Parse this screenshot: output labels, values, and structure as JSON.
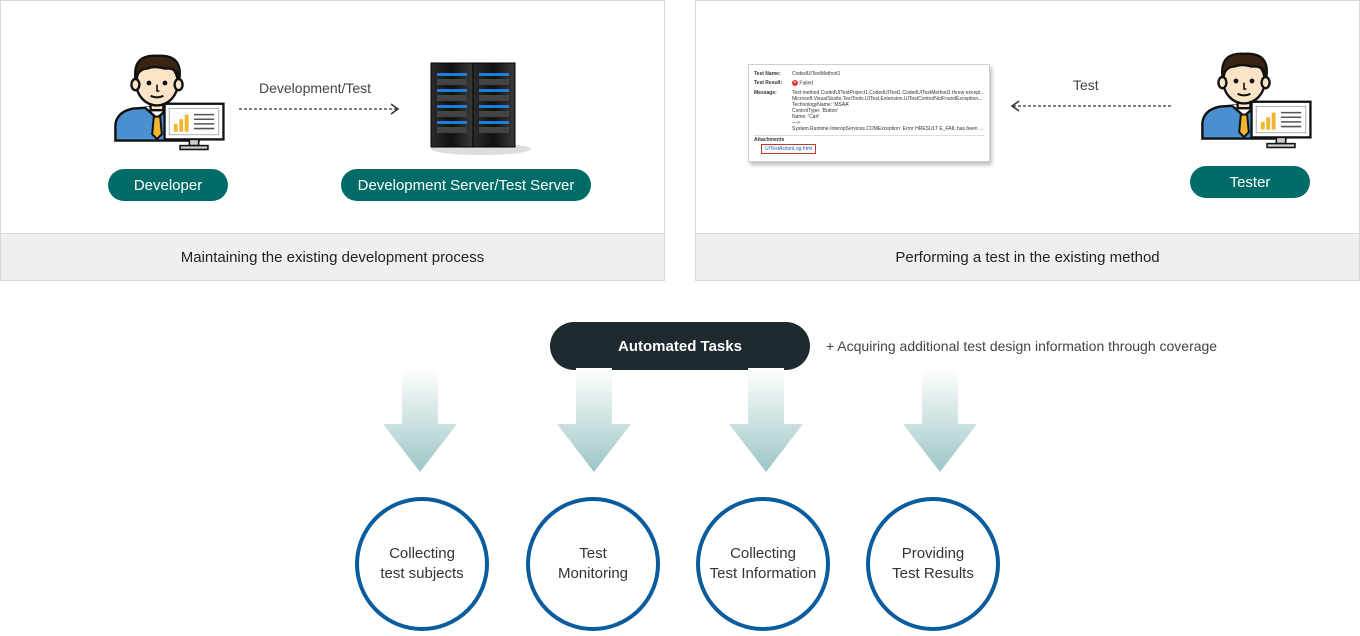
{
  "left_panel": {
    "developer_label": "Developer",
    "server_label": "Development Server/Test Server",
    "arrow_label": "Development/Test",
    "caption": "Maintaining the existing development process"
  },
  "right_panel": {
    "tester_label": "Tester",
    "arrow_label": "Test",
    "caption": "Performing a test in the existing method",
    "screenshot": {
      "test_name_key": "Test Name:",
      "test_name_value": "CodedUITestMethod1",
      "test_result_key": "Test Result:",
      "test_result_value": "Failed",
      "message_key": "Message:",
      "message_lines": [
        "Test method CodedUITestProject1.CodedUITest1.CodedUITestMethod1 threw except...",
        "Microsoft.VisualStudio.TestTools.UITest.Extension.UITestControlNotFoundException...",
        "TechnologyName: 'MSAA'",
        "ControlType: 'Button'",
        "Name: 'Cart'",
        "---> ",
        "System.Runtime.InteropServices.COMException: Error HRESULT E_FAIL has been ..."
      ],
      "attachments_key": "Attachments",
      "attachment_link": "UITestActionLog.html"
    }
  },
  "automation": {
    "title": "Automated Tasks",
    "note": "+ Acquiring additional test design information through coverage",
    "tasks": [
      {
        "line1": "Collecting",
        "line2": "test subjects"
      },
      {
        "line1": "Test",
        "line2": "Monitoring"
      },
      {
        "line1": "Collecting",
        "line2": "Test Information"
      },
      {
        "line1": "Providing",
        "line2": "Test Results"
      }
    ]
  },
  "colors": {
    "pill_teal": "#006c68",
    "dark_pill": "#1f2a2f",
    "circle_border": "#0a5c9e",
    "arrow_gradient_top": "#ffffff",
    "arrow_gradient_bottom": "#9dc5c5"
  },
  "icons": [
    "developer-person-icon",
    "server-rack-icon",
    "tester-person-icon",
    "failed-x-icon",
    "down-arrow-icon"
  ]
}
